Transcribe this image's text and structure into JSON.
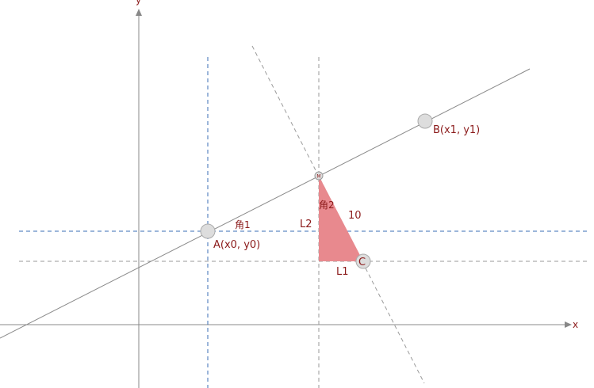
{
  "colors": {
    "axis": "#888888",
    "line": "#8a8a8a",
    "blue_dash": "#3a6db5",
    "gray_dash": "#9a9a9a",
    "triangle_fill": "#e8898e",
    "label": "#8b1a1a",
    "point_fill": "#dddddd",
    "point_stroke": "#aaaaaa"
  },
  "axes": {
    "x_label": "x",
    "y_label": "y"
  },
  "points": {
    "A": {
      "label": "A(x0, y0)"
    },
    "B": {
      "label": "B(x1, y1)"
    },
    "C": {
      "label": "C"
    },
    "M": {
      "label": "M"
    }
  },
  "annotations": {
    "angle1": "角1",
    "angle2": "角2",
    "side_L1": "L1",
    "side_L2": "L2",
    "hypotenuse": "10"
  }
}
